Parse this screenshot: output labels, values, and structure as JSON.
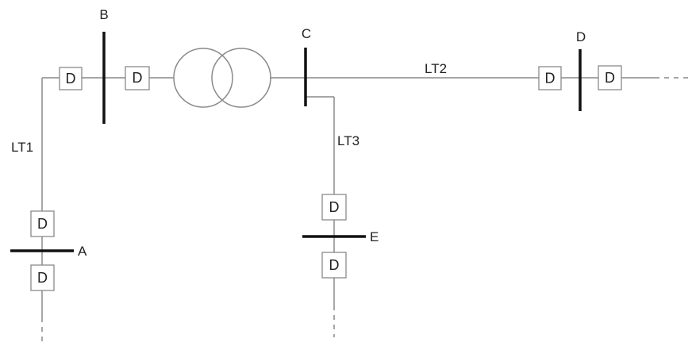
{
  "colors": {
    "line": "#8a8a8a",
    "bus": "#111111",
    "box_border": "#8a8a8a",
    "text": "#222222"
  },
  "buses": {
    "a": "A",
    "b": "B",
    "c": "C",
    "d": "D",
    "e": "E"
  },
  "lines": {
    "lt1": "LT1",
    "lt2": "LT2",
    "lt3": "LT3"
  },
  "device_label": "D",
  "transformer": {
    "icon": "two-winding-transformer-icon"
  }
}
